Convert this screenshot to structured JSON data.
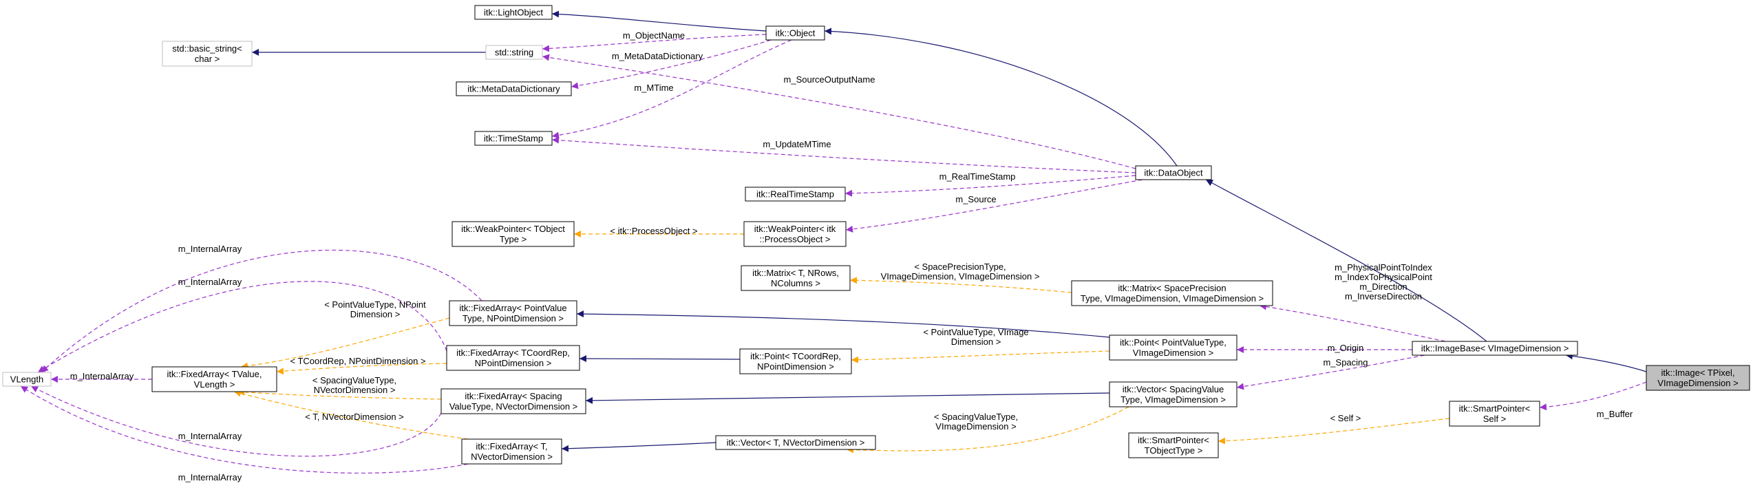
{
  "colors": {
    "inherit": "#191970",
    "usage": "#9a32cd",
    "template": "#ffa500",
    "node_border": "#000000",
    "node_border_external": "#bfbfbf",
    "focus_fill": "#bfbfbf"
  },
  "nodes": {
    "light_object": {
      "lines": [
        "itk::LightObject"
      ]
    },
    "object": {
      "lines": [
        "itk::Object"
      ]
    },
    "basic_string": {
      "lines": [
        "std::basic_string<",
        "char >"
      ]
    },
    "std_string": {
      "lines": [
        "std::string"
      ]
    },
    "metadata_dictionary": {
      "lines": [
        "itk::MetaDataDictionary"
      ]
    },
    "timestamp": {
      "lines": [
        "itk::TimeStamp"
      ]
    },
    "data_object": {
      "lines": [
        "itk::DataObject"
      ]
    },
    "realtimestamp": {
      "lines": [
        "itk::RealTimeStamp"
      ]
    },
    "weakpointer_tobject": {
      "lines": [
        "itk::WeakPointer< TObject",
        "Type >"
      ]
    },
    "weakpointer_process": {
      "lines": [
        "itk::WeakPointer< itk",
        "::ProcessObject >"
      ]
    },
    "matrix_t": {
      "lines": [
        "itk::Matrix< T, NRows,",
        "NColumns >"
      ]
    },
    "matrix_spacing": {
      "lines": [
        "itk::Matrix< SpacePrecision",
        "Type, VImageDimension, VImageDimension >"
      ]
    },
    "fixedarray_pointvalue": {
      "lines": [
        "itk::FixedArray< PointValue",
        "Type, NPointDimension >"
      ]
    },
    "vlength": {
      "lines": [
        "VLength"
      ]
    },
    "fixedarray_tvalue": {
      "lines": [
        "itk::FixedArray< TValue,",
        "VLength >"
      ]
    },
    "fixedarray_tcoordrep": {
      "lines": [
        "itk::FixedArray< TCoordRep,",
        "NPointDimension >"
      ]
    },
    "point_tcoordrep": {
      "lines": [
        "itk::Point< TCoordRep,",
        "NPointDimension >"
      ]
    },
    "point_pointvalue": {
      "lines": [
        "itk::Point< PointValueType,",
        "VImageDimension >"
      ]
    },
    "imagebase": {
      "lines": [
        "itk::ImageBase< VImageDimension >"
      ]
    },
    "image": {
      "lines": [
        "itk::Image< TPixel,",
        "VImageDimension >"
      ]
    },
    "fixedarray_spacing": {
      "lines": [
        "itk::FixedArray< Spacing",
        "ValueType, NVectorDimension >"
      ]
    },
    "vector_spacing": {
      "lines": [
        "itk::Vector< SpacingValue",
        "Type, VImageDimension >"
      ]
    },
    "smartpointer_self": {
      "lines": [
        "itk::SmartPointer<",
        "Self >"
      ]
    },
    "smartpointer_tobject": {
      "lines": [
        "itk::SmartPointer<",
        "TObjectType >"
      ]
    },
    "fixedarray_t": {
      "lines": [
        "itk::FixedArray< T,",
        "NVectorDimension >"
      ]
    },
    "vector_t": {
      "lines": [
        "itk::Vector< T, NVectorDimension >"
      ]
    }
  },
  "edge_labels": {
    "m_objectname": [
      "m_ObjectName"
    ],
    "m_metadatadictionary": [
      "m_MetaDataDictionary"
    ],
    "m_mtime": [
      "m_MTime"
    ],
    "m_sourceoutputname": [
      "m_SourceOutputName"
    ],
    "m_updatemtime": [
      "m_UpdateMTime"
    ],
    "m_realtimestamp": [
      "m_RealTimeStamp"
    ],
    "m_source": [
      "m_Source"
    ],
    "itk_processobject": [
      "< itk::ProcessObject >"
    ],
    "m_internalarray_1": [
      "m_InternalArray"
    ],
    "m_internalarray_2": [
      "m_InternalArray"
    ],
    "m_internalarray_3": [
      "m_InternalArray"
    ],
    "m_internalarray_4": [
      "m_InternalArray"
    ],
    "m_internalarray_5": [
      "m_InternalArray"
    ],
    "spaceprecision": [
      "< SpacePrecisionType,",
      "VImageDimension, VImageDimension >"
    ],
    "imagebase_members": [
      "m_PhysicalPointToIndex",
      "m_IndexToPhysicalPoint",
      "m_Direction",
      "m_InverseDirection"
    ],
    "pointvalue_npoint": [
      "< PointValueType, NPoint",
      "Dimension >"
    ],
    "tcoordrep_npoint": [
      "< TCoordRep, NPointDimension >"
    ],
    "pointvalue_vimage": [
      "< PointValueType, VImage",
      "Dimension >"
    ],
    "m_origin": [
      "m_Origin"
    ],
    "m_spacing": [
      "m_Spacing"
    ],
    "spacingvalue_nvector": [
      "< SpacingValueType,",
      "NVectorDimension >"
    ],
    "t_nvector": [
      "< T, NVectorDimension >"
    ],
    "spacingvalue_vimage": [
      "< SpacingValueType,",
      "VImageDimension >"
    ],
    "m_buffer": [
      "m_Buffer"
    ],
    "self": [
      "< Self >"
    ]
  }
}
